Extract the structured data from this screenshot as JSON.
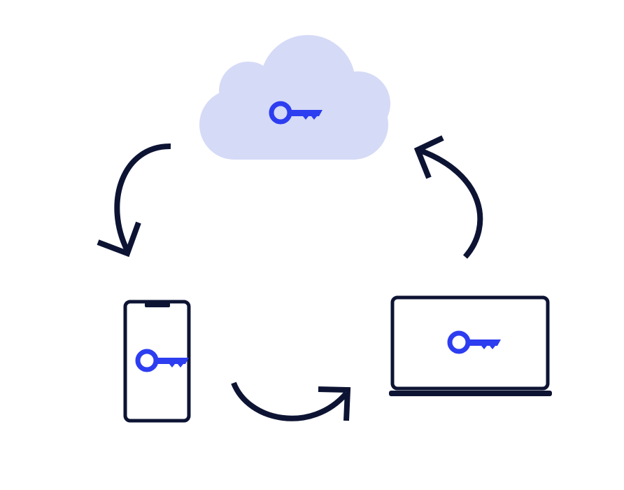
{
  "colors": {
    "background": "#ffffff",
    "outline": "#0d1433",
    "key_accent": "#2d3df0",
    "cloud_fill": "#d5daf7"
  },
  "nodes": [
    {
      "id": "cloud",
      "icon": "cloud-icon",
      "badge_icon": "key-icon"
    },
    {
      "id": "phone",
      "icon": "smartphone-icon",
      "badge_icon": "key-icon"
    },
    {
      "id": "laptop",
      "icon": "laptop-icon",
      "badge_icon": "key-icon"
    }
  ],
  "flows": [
    {
      "from": "cloud",
      "to": "phone",
      "icon": "curved-arrow-icon"
    },
    {
      "from": "phone",
      "to": "laptop",
      "icon": "curved-arrow-icon"
    },
    {
      "from": "laptop",
      "to": "cloud",
      "icon": "curved-arrow-icon"
    }
  ]
}
